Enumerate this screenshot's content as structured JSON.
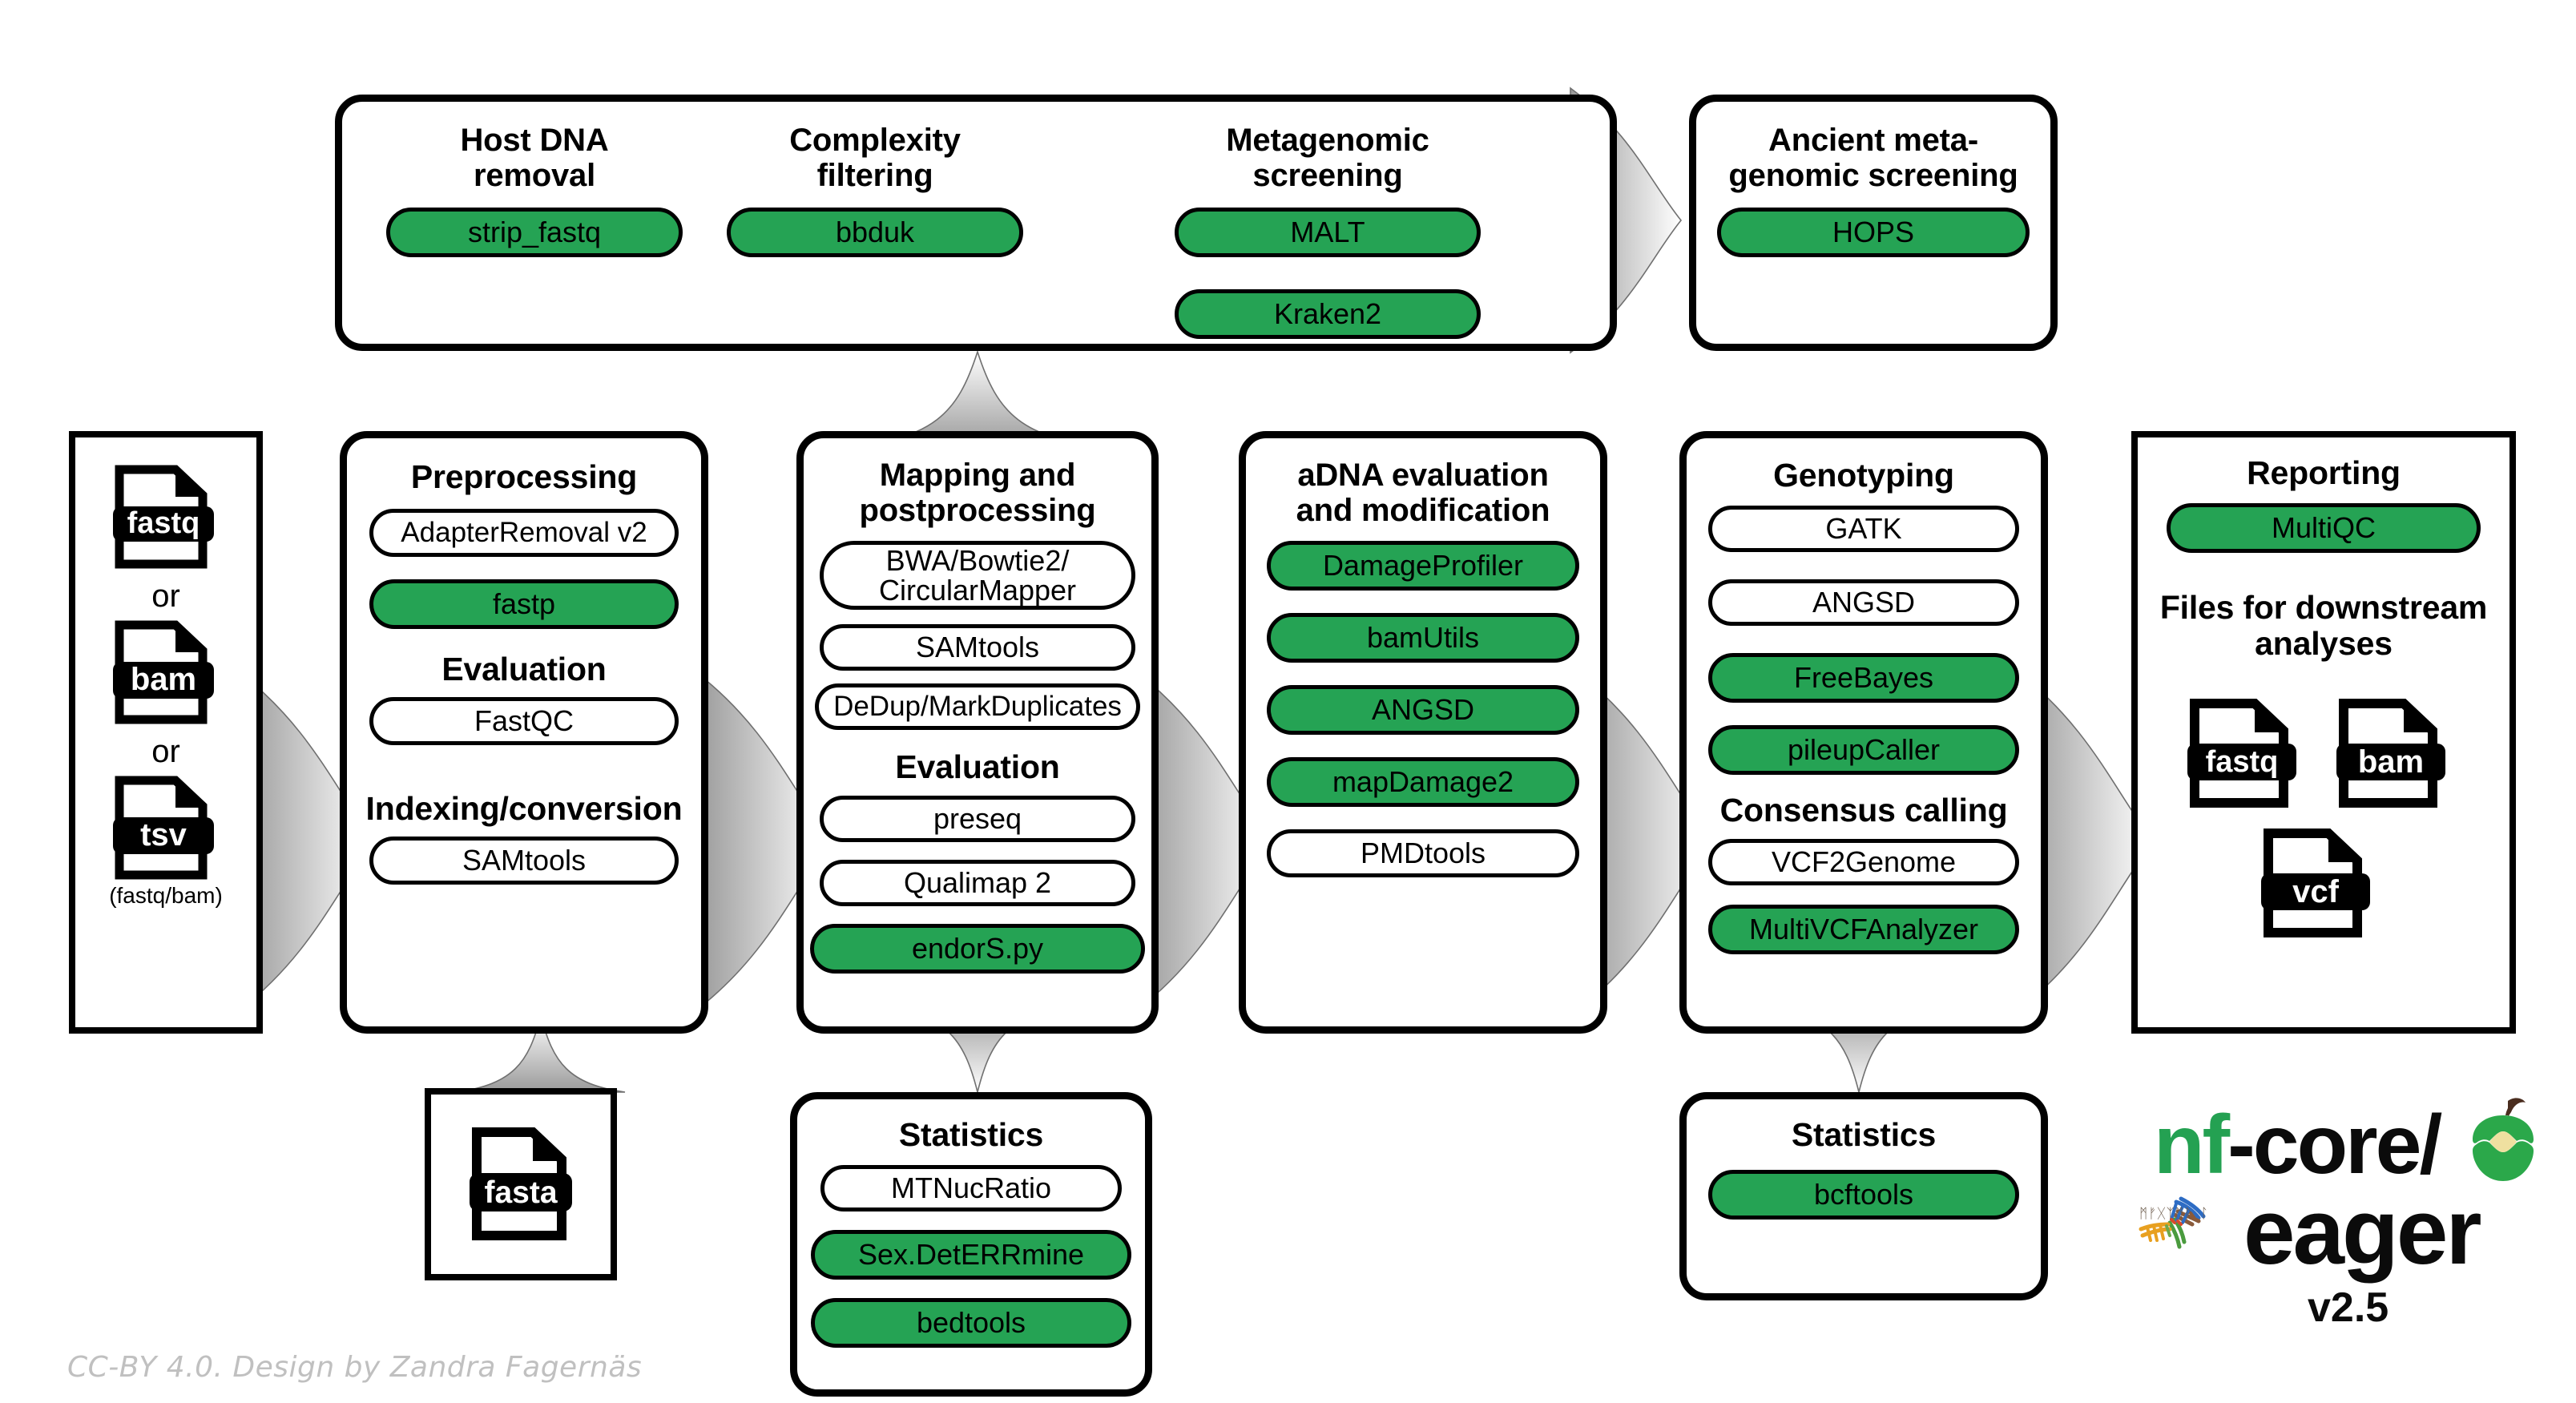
{
  "meta": {
    "credit": "CC-BY 4.0. Design by Zandra Fagernäs"
  },
  "logo": {
    "nf": "nf",
    "core": "-core/",
    "eager": "eager",
    "version": "v2.5",
    "apple_icon": "apple-core-icon",
    "dna_icon": "dna-helix-icon",
    "green": "#24A152"
  },
  "input": {
    "files": [
      {
        "ext": "fastq"
      },
      {
        "ext": "bam"
      },
      {
        "ext": "tsv"
      }
    ],
    "or1": "or",
    "or2": "or",
    "tsv_note": "(fastq/bam)"
  },
  "screening": {
    "columns": [
      {
        "title": "Host DNA\nremoval",
        "tools": [
          {
            "label": "strip_fastq",
            "green": true
          }
        ]
      },
      {
        "title": "Complexity\nfiltering",
        "tools": [
          {
            "label": "bbduk",
            "green": true
          }
        ]
      },
      {
        "title": "Metagenomic\nscreening",
        "tools": [
          {
            "label": "MALT",
            "green": true
          },
          {
            "label": "Kraken2",
            "green": true
          }
        ]
      }
    ]
  },
  "ancient_screening": {
    "title": "Ancient meta-\ngenomic screening",
    "tools": [
      {
        "label": "HOPS",
        "green": true
      }
    ]
  },
  "preprocessing": {
    "title": "Preprocessing",
    "tools": [
      {
        "label": "AdapterRemoval v2",
        "green": false
      },
      {
        "label": "fastp",
        "green": true
      }
    ],
    "subtitle1": "Evaluation",
    "tools2": [
      {
        "label": "FastQC",
        "green": false
      }
    ],
    "subtitle2": "Indexing/conversion",
    "tools3": [
      {
        "label": "SAMtools",
        "green": false
      }
    ]
  },
  "reference": {
    "file": {
      "ext": "fasta"
    }
  },
  "mapping": {
    "title": "Mapping and\npostprocessing",
    "tools": [
      {
        "label": "BWA/Bowtie2/\nCircularMapper",
        "green": false
      },
      {
        "label": "SAMtools",
        "green": false
      },
      {
        "label": "DeDup/MarkDuplicates",
        "green": false
      }
    ],
    "subtitle1": "Evaluation",
    "tools2": [
      {
        "label": "preseq",
        "green": false
      },
      {
        "label": "Qualimap 2",
        "green": false
      },
      {
        "label": "endorS.py",
        "green": true
      }
    ]
  },
  "statistics_mapping": {
    "title": "Statistics",
    "tools": [
      {
        "label": "MTNucRatio",
        "green": false
      },
      {
        "label": "Sex.DetERRmine",
        "green": true
      },
      {
        "label": "bedtools",
        "green": true
      }
    ]
  },
  "adna": {
    "title": "aDNA evaluation\nand modification",
    "tools": [
      {
        "label": "DamageProfiler",
        "green": true
      },
      {
        "label": "bamUtils",
        "green": true
      },
      {
        "label": "ANGSD",
        "green": true
      },
      {
        "label": "mapDamage2",
        "green": true
      },
      {
        "label": "PMDtools",
        "green": false
      }
    ]
  },
  "genotyping": {
    "title": "Genotyping",
    "tools": [
      {
        "label": "GATK",
        "green": false
      },
      {
        "label": "ANGSD",
        "green": false
      },
      {
        "label": "FreeBayes",
        "green": true
      },
      {
        "label": "pileupCaller",
        "green": true
      }
    ],
    "subtitle1": "Consensus calling",
    "tools2": [
      {
        "label": "VCF2Genome",
        "green": false
      },
      {
        "label": "MultiVCFAnalyzer",
        "green": true
      }
    ]
  },
  "statistics_genotyping": {
    "title": "Statistics",
    "tools": [
      {
        "label": "bcftools",
        "green": true
      }
    ]
  },
  "reporting": {
    "title": "Reporting",
    "tools": [
      {
        "label": "MultiQC",
        "green": true
      }
    ],
    "subtitle1": "Files for downstream\nanalyses",
    "files": [
      {
        "ext": "fastq"
      },
      {
        "ext": "bam"
      },
      {
        "ext": "vcf"
      }
    ]
  }
}
